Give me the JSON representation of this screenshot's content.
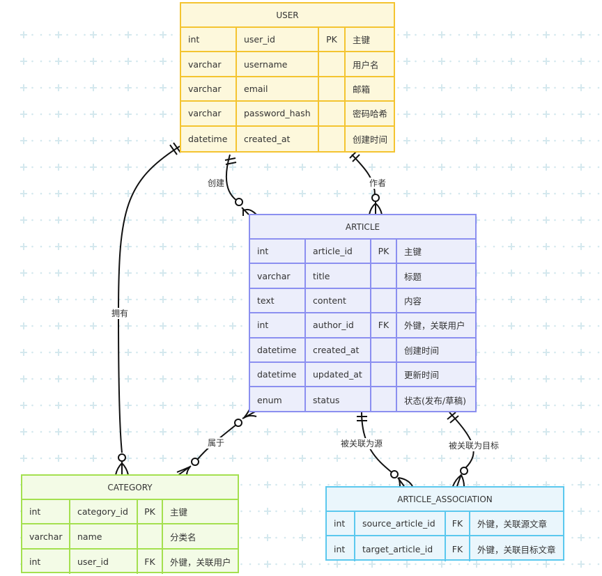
{
  "entities": {
    "user": {
      "title": "USER",
      "rows": [
        [
          "int",
          "user_id",
          "PK",
          "主键"
        ],
        [
          "varchar",
          "username",
          "",
          "用户名"
        ],
        [
          "varchar",
          "email",
          "",
          "邮箱"
        ],
        [
          "varchar",
          "password_hash",
          "",
          "密码哈希"
        ],
        [
          "datetime",
          "created_at",
          "",
          "创建时间"
        ]
      ]
    },
    "article": {
      "title": "ARTICLE",
      "rows": [
        [
          "int",
          "article_id",
          "PK",
          "主键"
        ],
        [
          "varchar",
          "title",
          "",
          "标题"
        ],
        [
          "text",
          "content",
          "",
          "内容"
        ],
        [
          "int",
          "author_id",
          "FK",
          "外键，关联用户"
        ],
        [
          "datetime",
          "created_at",
          "",
          "创建时间"
        ],
        [
          "datetime",
          "updated_at",
          "",
          "更新时间"
        ],
        [
          "enum",
          "status",
          "",
          "状态(发布/草稿)"
        ]
      ]
    },
    "category": {
      "title": "CATEGORY",
      "rows": [
        [
          "int",
          "category_id",
          "PK",
          "主键"
        ],
        [
          "varchar",
          "name",
          "",
          "分类名"
        ],
        [
          "int",
          "user_id",
          "FK",
          "外键，关联用户"
        ]
      ]
    },
    "article_association": {
      "title": "ARTICLE_ASSOCIATION",
      "rows": [
        [
          "int",
          "source_article_id",
          "FK",
          "外键，关联源文章"
        ],
        [
          "int",
          "target_article_id",
          "FK",
          "外键，关联目标文章"
        ]
      ]
    }
  },
  "relationships": {
    "user_creates_article": "创建",
    "user_author_article": "作者",
    "user_owns_category": "拥有",
    "article_belongs_category": "属于",
    "article_assoc_source": "被关联为源",
    "article_assoc_target": "被关联为目标"
  },
  "colors": {
    "user": "#f4c430",
    "article": "#8b8ff0",
    "category": "#a4e04f",
    "association": "#5bc8ee",
    "edge": "#111111",
    "grid": "#d4e8ee"
  }
}
